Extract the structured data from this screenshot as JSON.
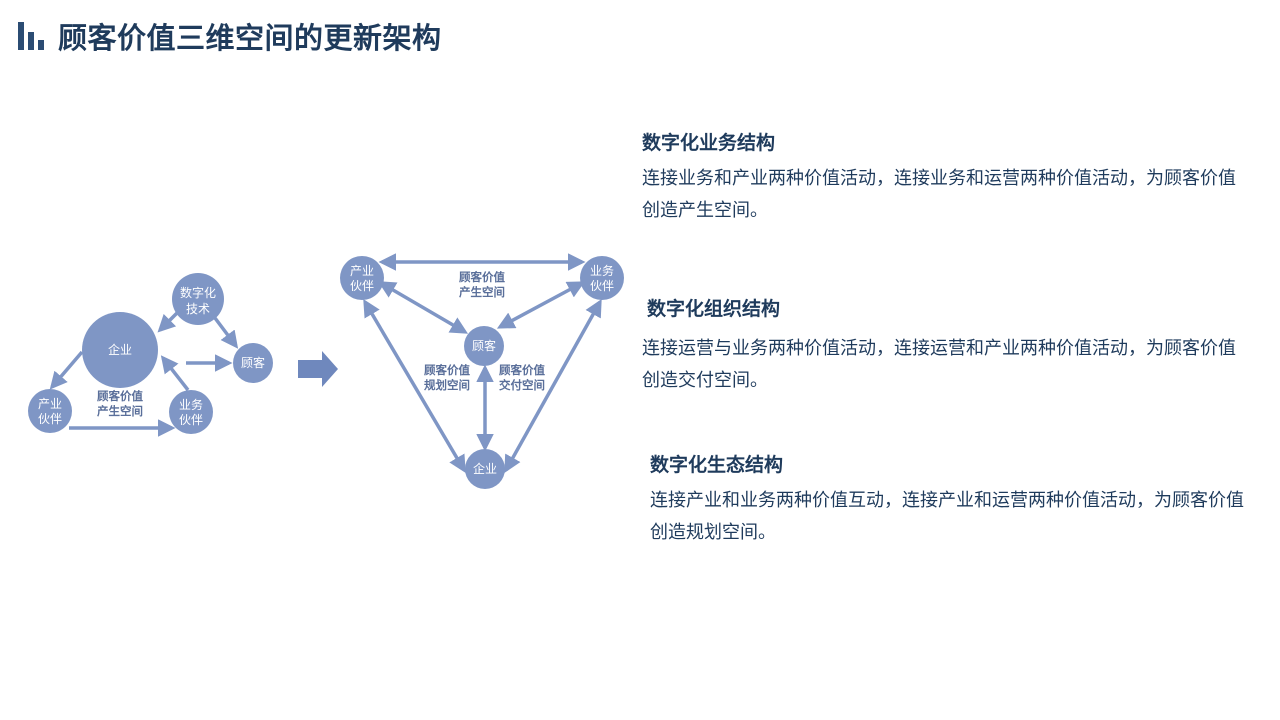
{
  "page": {
    "title": "顾客价值三维空间的更新架构",
    "accent": "#2b4c73",
    "node_color": "#7f96c5"
  },
  "left_diagram": {
    "nodes": {
      "enterprise": "企业",
      "digital_tech": [
        "数字化",
        "技术"
      ],
      "customer": "顾客",
      "industry_partner": [
        "产业",
        "伙伴"
      ],
      "business_partner": [
        "业务",
        "伙伴"
      ]
    },
    "space_label": [
      "顾客价值",
      "产生空间"
    ]
  },
  "right_diagram": {
    "nodes": {
      "industry_partner": [
        "产业",
        "伙伴"
      ],
      "business_partner": [
        "业务",
        "伙伴"
      ],
      "customer": "顾客",
      "enterprise": "企业"
    },
    "top_label": [
      "顾客价值",
      "产生空间"
    ],
    "left_label": [
      "顾客价值",
      "规划空间"
    ],
    "right_label": [
      "顾客价值",
      "交付空间"
    ]
  },
  "descriptions": [
    {
      "heading": "数字化业务结构",
      "line1": "连接业务和产业两种价值活动，连接业务和运营两种价值活动，为顾客价值",
      "line2": "创造产生空间。"
    },
    {
      "heading": "数字化组织结构",
      "line1": "连接运营与业务两种价值活动，连接运营和产业两种价值活动，为顾客价值",
      "line2": "创造交付空间。"
    },
    {
      "heading": "数字化生态结构",
      "line1": "连接产业和业务两种价值互动，连接产业和运营两种价值活动，为顾客价值",
      "line2": "创造规划空间。"
    }
  ]
}
